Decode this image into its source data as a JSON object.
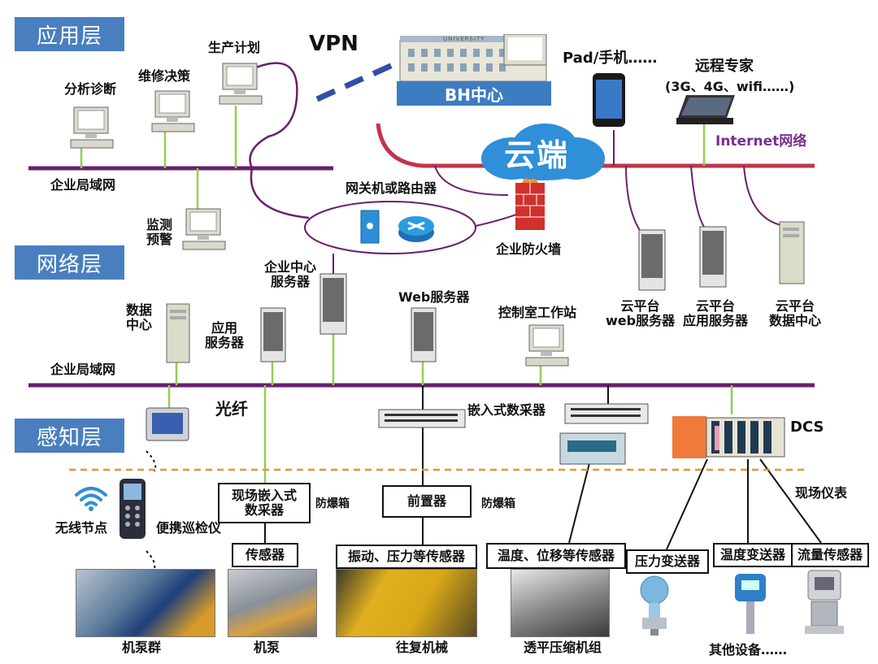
{
  "layers": {
    "application": "应用层",
    "network": "网络层",
    "perception": "感知层"
  },
  "app_layer": {
    "vpn": "VPN",
    "university": "UNIVERSITY",
    "bh_center": "BH中心",
    "pad_phone": "Pad/手机……",
    "remote_expert": "远程专家",
    "remote_expert_net": "(3G、4G、wifi……)",
    "analysis": "分析诊断",
    "maintenance": "维修决策",
    "production": "生产计划",
    "lan": "企业局域网",
    "monitor": "监测\n预警",
    "cloud": "云端",
    "internet": "Internet网络"
  },
  "net_layer": {
    "gateway": "网关机或路由器",
    "firewall": "企业防火墙",
    "enterprise_center_server": "企业中心\n服务器",
    "web_server": "Web服务器",
    "control_room": "控制室工作站",
    "data_center": "数据\n中心",
    "app_server": "应用\n服务器",
    "cloud_web": "云平台\nweb服务器",
    "cloud_app": "云平台\n应用服务器",
    "cloud_data": "云平台\n数据中心",
    "lan": "企业局域网"
  },
  "sense_layer": {
    "fiber": "光纤",
    "embedded_collector": "嵌入式数采器",
    "dcs": "DCS",
    "field_instruments": "现场仪表",
    "wireless_node": "无线节点",
    "portable_inspector": "便携巡检仪",
    "field_embedded": "现场嵌入式\n数采器",
    "explosion_box_1": "防爆箱",
    "explosion_box_2": "防爆箱",
    "front_end": "前置器",
    "sensor": "传感器",
    "vibration_sensor": "振动、压力等传感器",
    "temp_sensor": "温度、位移等传感器",
    "pressure_tx": "压力变送器",
    "temp_tx": "温度变送器",
    "flow_sensor": "流量传感器",
    "pump_group": "机泵群",
    "pump": "机泵",
    "reciprocating": "往复机械",
    "turbo_compressor": "透平压缩机组",
    "other_equipment": "其他设备……"
  },
  "colors": {
    "badge": "#4a7fbf",
    "bus_purple": "#6a1f6e",
    "bus_red": "#c0354a",
    "green_link": "#8fd14f",
    "vpn_blue": "#2f4fa8",
    "orange_dash": "#f0902a",
    "cloud_blue": "#2f8fd8"
  }
}
